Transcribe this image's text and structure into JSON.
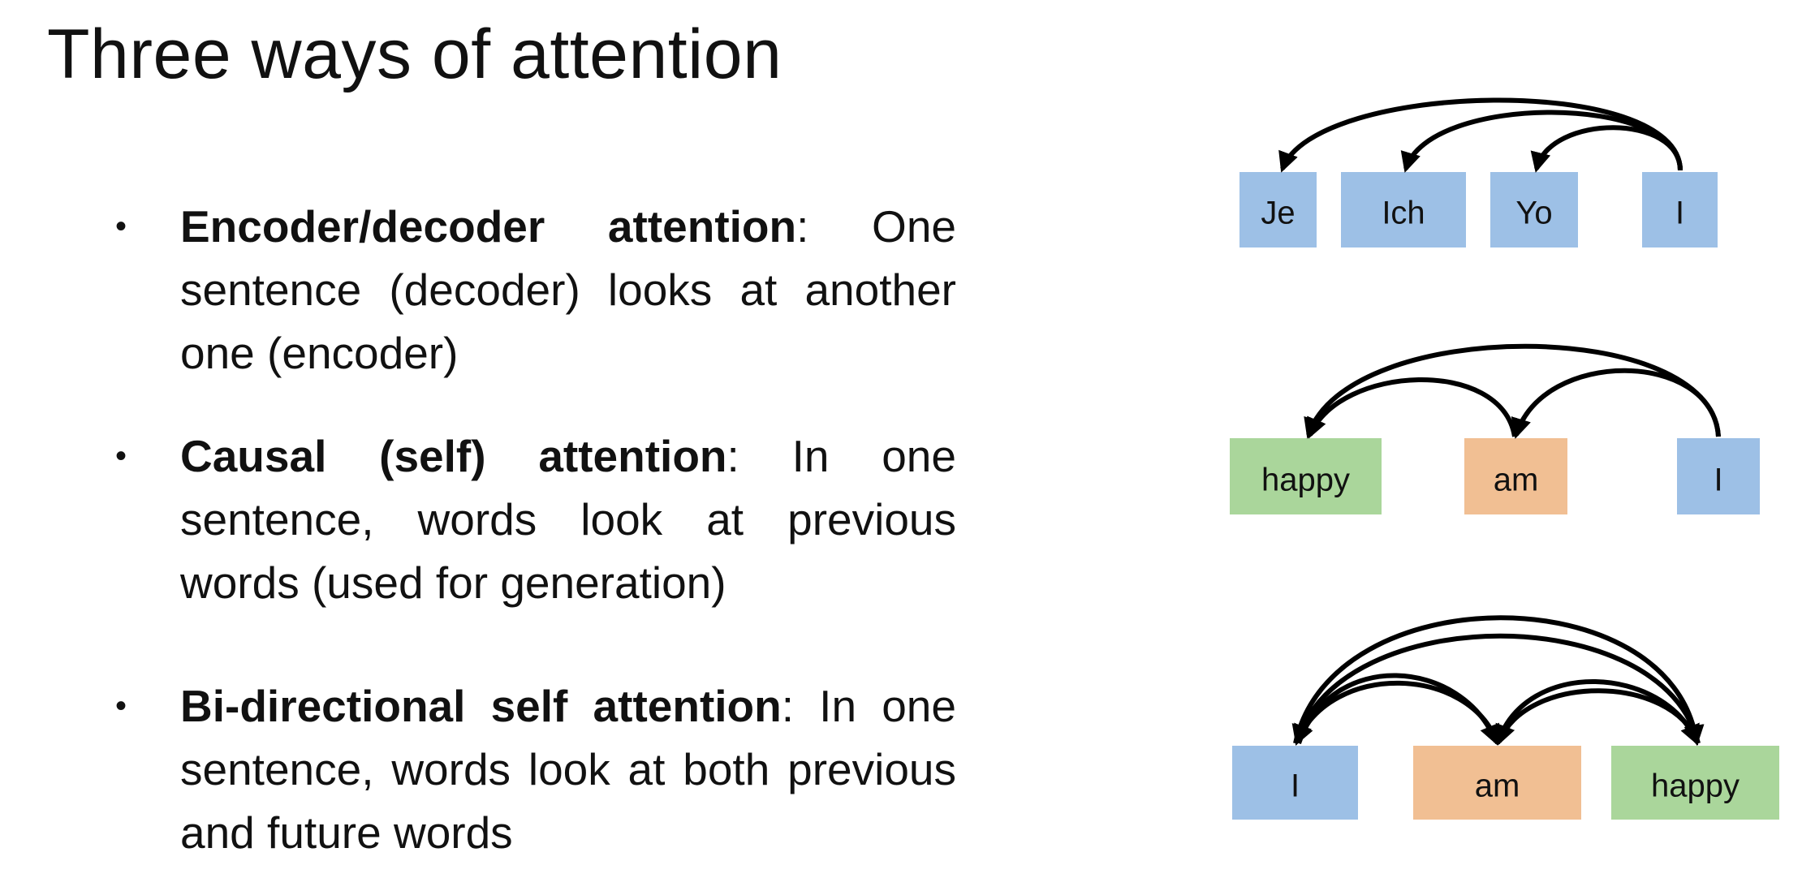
{
  "title": "Three ways of attention",
  "bullets": [
    {
      "term": "Encoder/decoder attention",
      "desc": ": One sentence (decoder) looks at another one (encoder)"
    },
    {
      "term": "Causal (self) attention",
      "desc": ": In one sentence, words look at previous words (used for generation)"
    },
    {
      "term": "Bi-directional self attention",
      "desc": ": In one sentence, words look at both previous and future words"
    }
  ],
  "colors": {
    "blue": "#9dc0e6",
    "orange": "#f1bf93",
    "green": "#aad69b",
    "arrow": "#000000"
  },
  "diagrams": {
    "encdec": {
      "words": [
        "Je",
        "Ich",
        "Yo",
        "I"
      ]
    },
    "causal": {
      "words": [
        "happy",
        "am",
        "I"
      ]
    },
    "bidir": {
      "words": [
        "I",
        "am",
        "happy"
      ]
    }
  }
}
